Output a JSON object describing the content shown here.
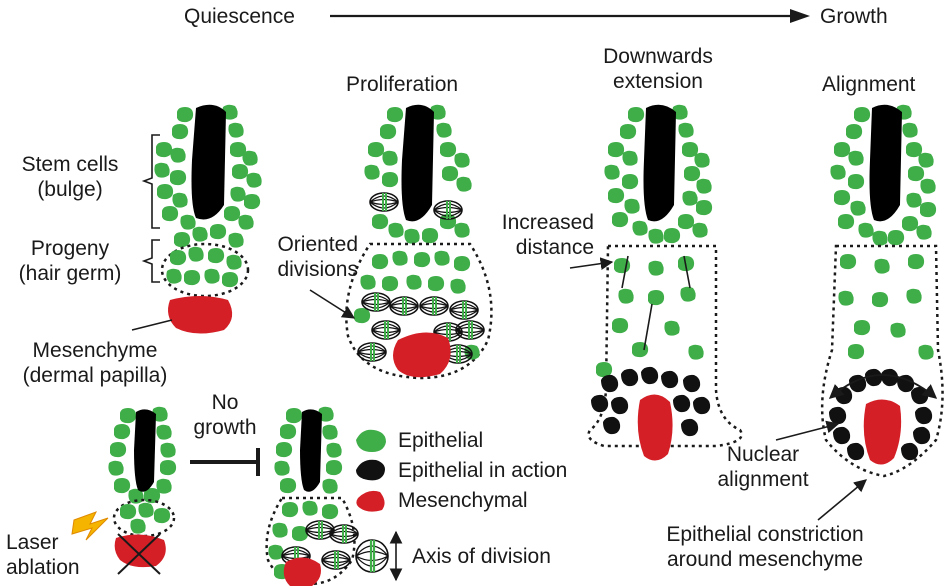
{
  "timeline": {
    "start": "Quiescence",
    "end": "Growth"
  },
  "stages": {
    "proliferation": "Proliferation",
    "downwards_extension": [
      "Downwards",
      "extension"
    ],
    "alignment": "Alignment"
  },
  "labels": {
    "stem_cells": [
      "Stem cells",
      "(bulge)"
    ],
    "progeny": [
      "Progeny",
      "(hair germ)"
    ],
    "mesenchyme": [
      "Mesenchyme",
      "(dermal papilla)"
    ],
    "oriented_divisions": [
      "Oriented",
      "divisions"
    ],
    "increased_distance": [
      "Increased",
      "distance"
    ],
    "nuclear_alignment": [
      "Nuclear",
      "alignment"
    ],
    "epithelial_constriction": [
      "Epithelial constriction",
      "around mesenchyme"
    ],
    "laser_ablation": [
      "Laser",
      "ablation"
    ],
    "no_growth": [
      "No",
      "growth"
    ]
  },
  "legend": {
    "epithelial": "Epithelial",
    "epithelial_in_action": "Epithelial in action",
    "mesenchymal": "Mesenchymal",
    "axis_of_division": "Axis of division"
  },
  "colors": {
    "epithelial": "#3fae49",
    "epithelial_in_action": "#111111",
    "mesenchymal": "#d41f26",
    "hair_shaft": "#000000",
    "laser": "#f4b400"
  },
  "icons": {
    "laser": "lightning-bolt-icon"
  }
}
